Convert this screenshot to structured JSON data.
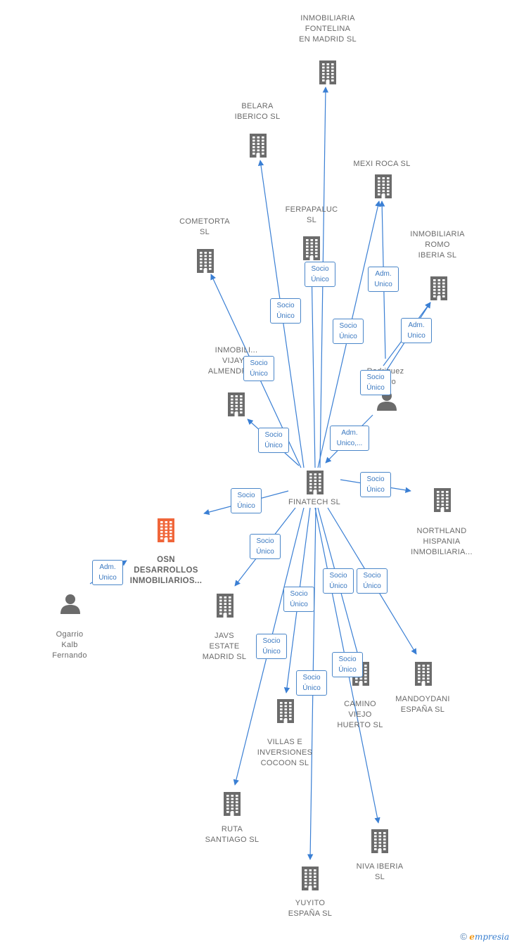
{
  "nodes": [
    {
      "id": "fontelina",
      "name": "INMOBILIARIA\nFONTELINA\nEN MADRID  SL",
      "type": "company"
    },
    {
      "id": "belara",
      "name": "BELARA\nIBERICO  SL",
      "type": "company"
    },
    {
      "id": "mexi",
      "name": "MEXI ROCA  SL",
      "type": "company"
    },
    {
      "id": "ferpapaluc",
      "name": "FERPAPALUC\nSL",
      "type": "company"
    },
    {
      "id": "cometorta",
      "name": "COMETORTA\nSL",
      "type": "company"
    },
    {
      "id": "romo",
      "name": "INMOBILIARIA\nROMO\nIBERIA  SL",
      "type": "company"
    },
    {
      "id": "vijay",
      "name": "INMOBILI...\nVIJAY...\nALMENDRA  SL",
      "type": "company"
    },
    {
      "id": "rodriguez",
      "name": "Rodriguez\n...turo",
      "type": "person"
    },
    {
      "id": "finatech",
      "name": "FINATECH SL",
      "type": "company"
    },
    {
      "id": "northland",
      "name": "NORTHLAND\nHISPANIA\nINMOBILIARIA...",
      "type": "company"
    },
    {
      "id": "osn",
      "name": "OSN\nDESARROLLOS\nINMOBILIARIOS...",
      "type": "company",
      "highlight": true
    },
    {
      "id": "ogarrio",
      "name": "Ogarrio\nKalb\nFernando",
      "type": "person"
    },
    {
      "id": "javs",
      "name": "JAVS\nESTATE\nMADRID  SL",
      "type": "company"
    },
    {
      "id": "camino",
      "name": "CAMINO\nVIEJO\nHUERTO  SL",
      "type": "company"
    },
    {
      "id": "mandoydani",
      "name": "MANDOYDANI\nESPAÑA  SL",
      "type": "company"
    },
    {
      "id": "villas",
      "name": "VILLAS E\nINVERSIONES\nCOCOON  SL",
      "type": "company"
    },
    {
      "id": "ruta",
      "name": "RUTA\nSANTIAGO  SL",
      "type": "company"
    },
    {
      "id": "niva",
      "name": "NIVA IBERIA\nSL",
      "type": "company"
    },
    {
      "id": "yuyito",
      "name": "YUYITO\nESPAÑA  SL",
      "type": "company"
    }
  ],
  "edges": [
    {
      "from": "finatech",
      "to": "fontelina",
      "label": ""
    },
    {
      "from": "finatech",
      "to": "belara",
      "label": "Socio\nÚnico"
    },
    {
      "from": "finatech",
      "to": "mexi",
      "label": "Socio\nÚnico"
    },
    {
      "from": "finatech",
      "to": "ferpapaluc",
      "label": "Socio\nÚnico"
    },
    {
      "from": "finatech",
      "to": "cometorta",
      "label": "Socio\nÚnico"
    },
    {
      "from": "finatech",
      "to": "vijay",
      "label": "Socio\nÚnico"
    },
    {
      "from": "rodriguez",
      "to": "mexi",
      "label": "Adm.\nUnico"
    },
    {
      "from": "rodriguez",
      "to": "romo",
      "label": "Adm.\nUnico"
    },
    {
      "from": "rodriguez",
      "to": "romo",
      "label": "Socio\nÚnico"
    },
    {
      "from": "rodriguez",
      "to": "finatech",
      "label": "Adm.\nUnico,..."
    },
    {
      "from": "finatech",
      "to": "northland",
      "label": "Socio\nÚnico"
    },
    {
      "from": "finatech",
      "to": "osn",
      "label": "Socio\nÚnico"
    },
    {
      "from": "ogarrio",
      "to": "osn",
      "label": "Adm.\nUnico"
    },
    {
      "from": "finatech",
      "to": "javs",
      "label": "Socio\nÚnico"
    },
    {
      "from": "finatech",
      "to": "camino",
      "label": "Socio\nÚnico"
    },
    {
      "from": "finatech",
      "to": "mandoydani",
      "label": "Socio\nÚnico"
    },
    {
      "from": "finatech",
      "to": "villas",
      "label": "Socio\nÚnico"
    },
    {
      "from": "finatech",
      "to": "ruta",
      "label": "Socio\nÚnico"
    },
    {
      "from": "finatech",
      "to": "niva",
      "label": "Socio\nÚnico"
    },
    {
      "from": "finatech",
      "to": "yuyito",
      "label": "Socio\nÚnico"
    },
    {
      "from": "finatech",
      "to": "fontelina",
      "label": "Socio\nÚnico"
    }
  ],
  "footer": {
    "copyright": "©",
    "brand_e": "e",
    "brand_rest": "mpresia"
  },
  "colors": {
    "edge": "#3a7fd4",
    "company": "#6b6b6b",
    "highlight": "#f0663a",
    "label_border": "#4a86c9"
  },
  "icons": {
    "company": "building-icon",
    "person": "person-icon"
  }
}
